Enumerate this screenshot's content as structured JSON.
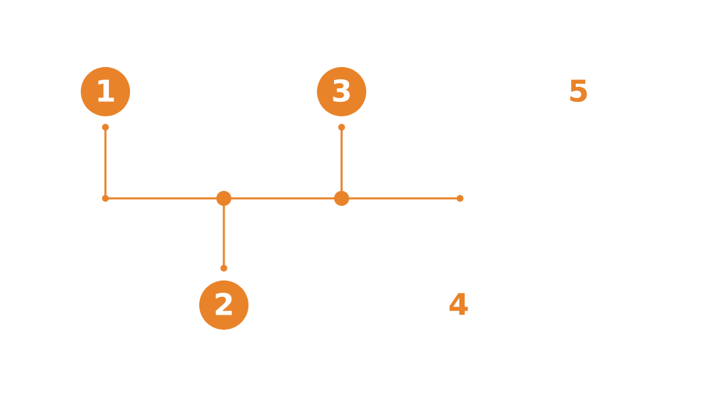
{
  "colors": {
    "accent": "#E8832A",
    "background": "#FFFFFF",
    "badge_text": "#FFFFFF"
  },
  "steps": [
    {
      "label": "1",
      "style": "filled"
    },
    {
      "label": "2",
      "style": "filled"
    },
    {
      "label": "3",
      "style": "filled"
    },
    {
      "label": "4",
      "style": "plain"
    },
    {
      "label": "5",
      "style": "plain"
    }
  ]
}
